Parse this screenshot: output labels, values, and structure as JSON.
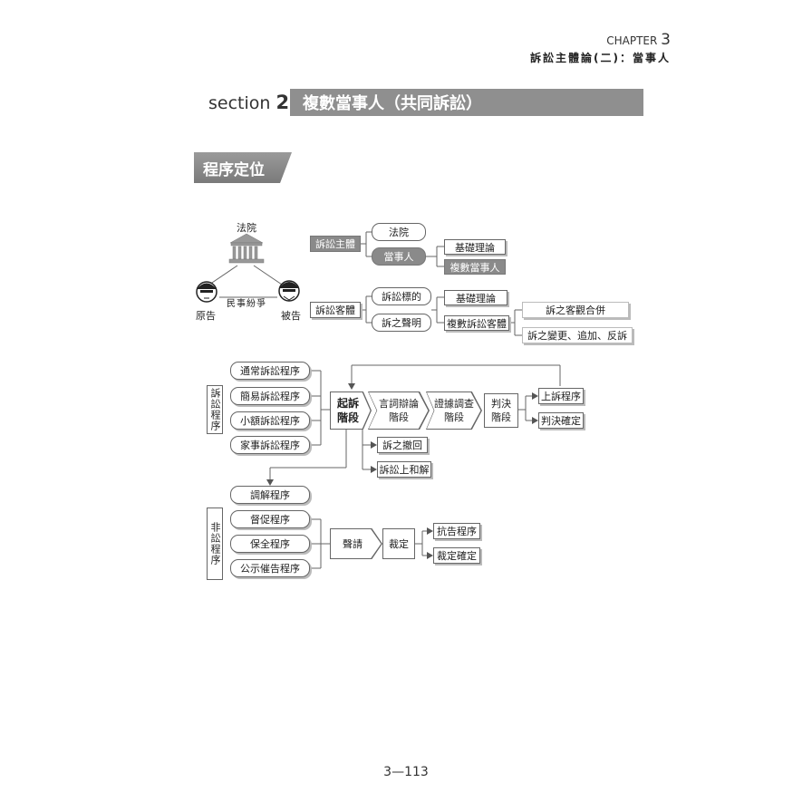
{
  "header": {
    "chapter_label": "CHAPTER",
    "chapter_number": "3",
    "chapter_title": "訴訟主體論(二)：當事人"
  },
  "section": {
    "label": "section",
    "number": "2",
    "title": "複數當事人（共同訴訟）"
  },
  "tab_title": "程序定位",
  "diagram": {
    "court_label": "法院",
    "plaintiff_label": "原告",
    "defendant_label": "被告",
    "dispute_label": "民事紛爭",
    "subject_group": "訴訟主體",
    "object_group": "訴訟客體",
    "court_node": "法院",
    "party_node": "當事人",
    "basic_theory_1": "基礎理論",
    "multiple_parties": "複數當事人",
    "subject_matter": "訴訟標的",
    "declaration": "訴之聲明",
    "basic_theory_2": "基礎理論",
    "multiple_objects": "複數訴訟客體",
    "objective_joinder": "訴之客觀合併",
    "amendment": "訴之變更、追加、反訴",
    "litigation_procedure_label": "訴訟程序",
    "procedures": [
      "通常訴訟程序",
      "簡易訴訟程序",
      "小額訴訟程序",
      "家事訴訟程序"
    ],
    "stages": [
      "起訴階段",
      "言詞辯論階段",
      "證據調查階段",
      "判決階段"
    ],
    "stage_lines": [
      [
        "起訴",
        "階段"
      ],
      [
        "言詞辯論",
        "階段"
      ],
      [
        "證據調查",
        "階段"
      ],
      [
        "判決",
        "階段"
      ]
    ],
    "appeal": "上訴程序",
    "judgment_final": "判決確定",
    "withdrawal": "訴之撤回",
    "settlement": "訴訟上和解",
    "non_litigation_label": "非訟程序",
    "non_litigation": [
      "調解程序",
      "督促程序",
      "保全程序",
      "公示催告程序"
    ],
    "petition": "聲請",
    "ruling": "裁定",
    "objection": "抗告程序",
    "ruling_final": "裁定確定"
  },
  "page_number": "3—113"
}
